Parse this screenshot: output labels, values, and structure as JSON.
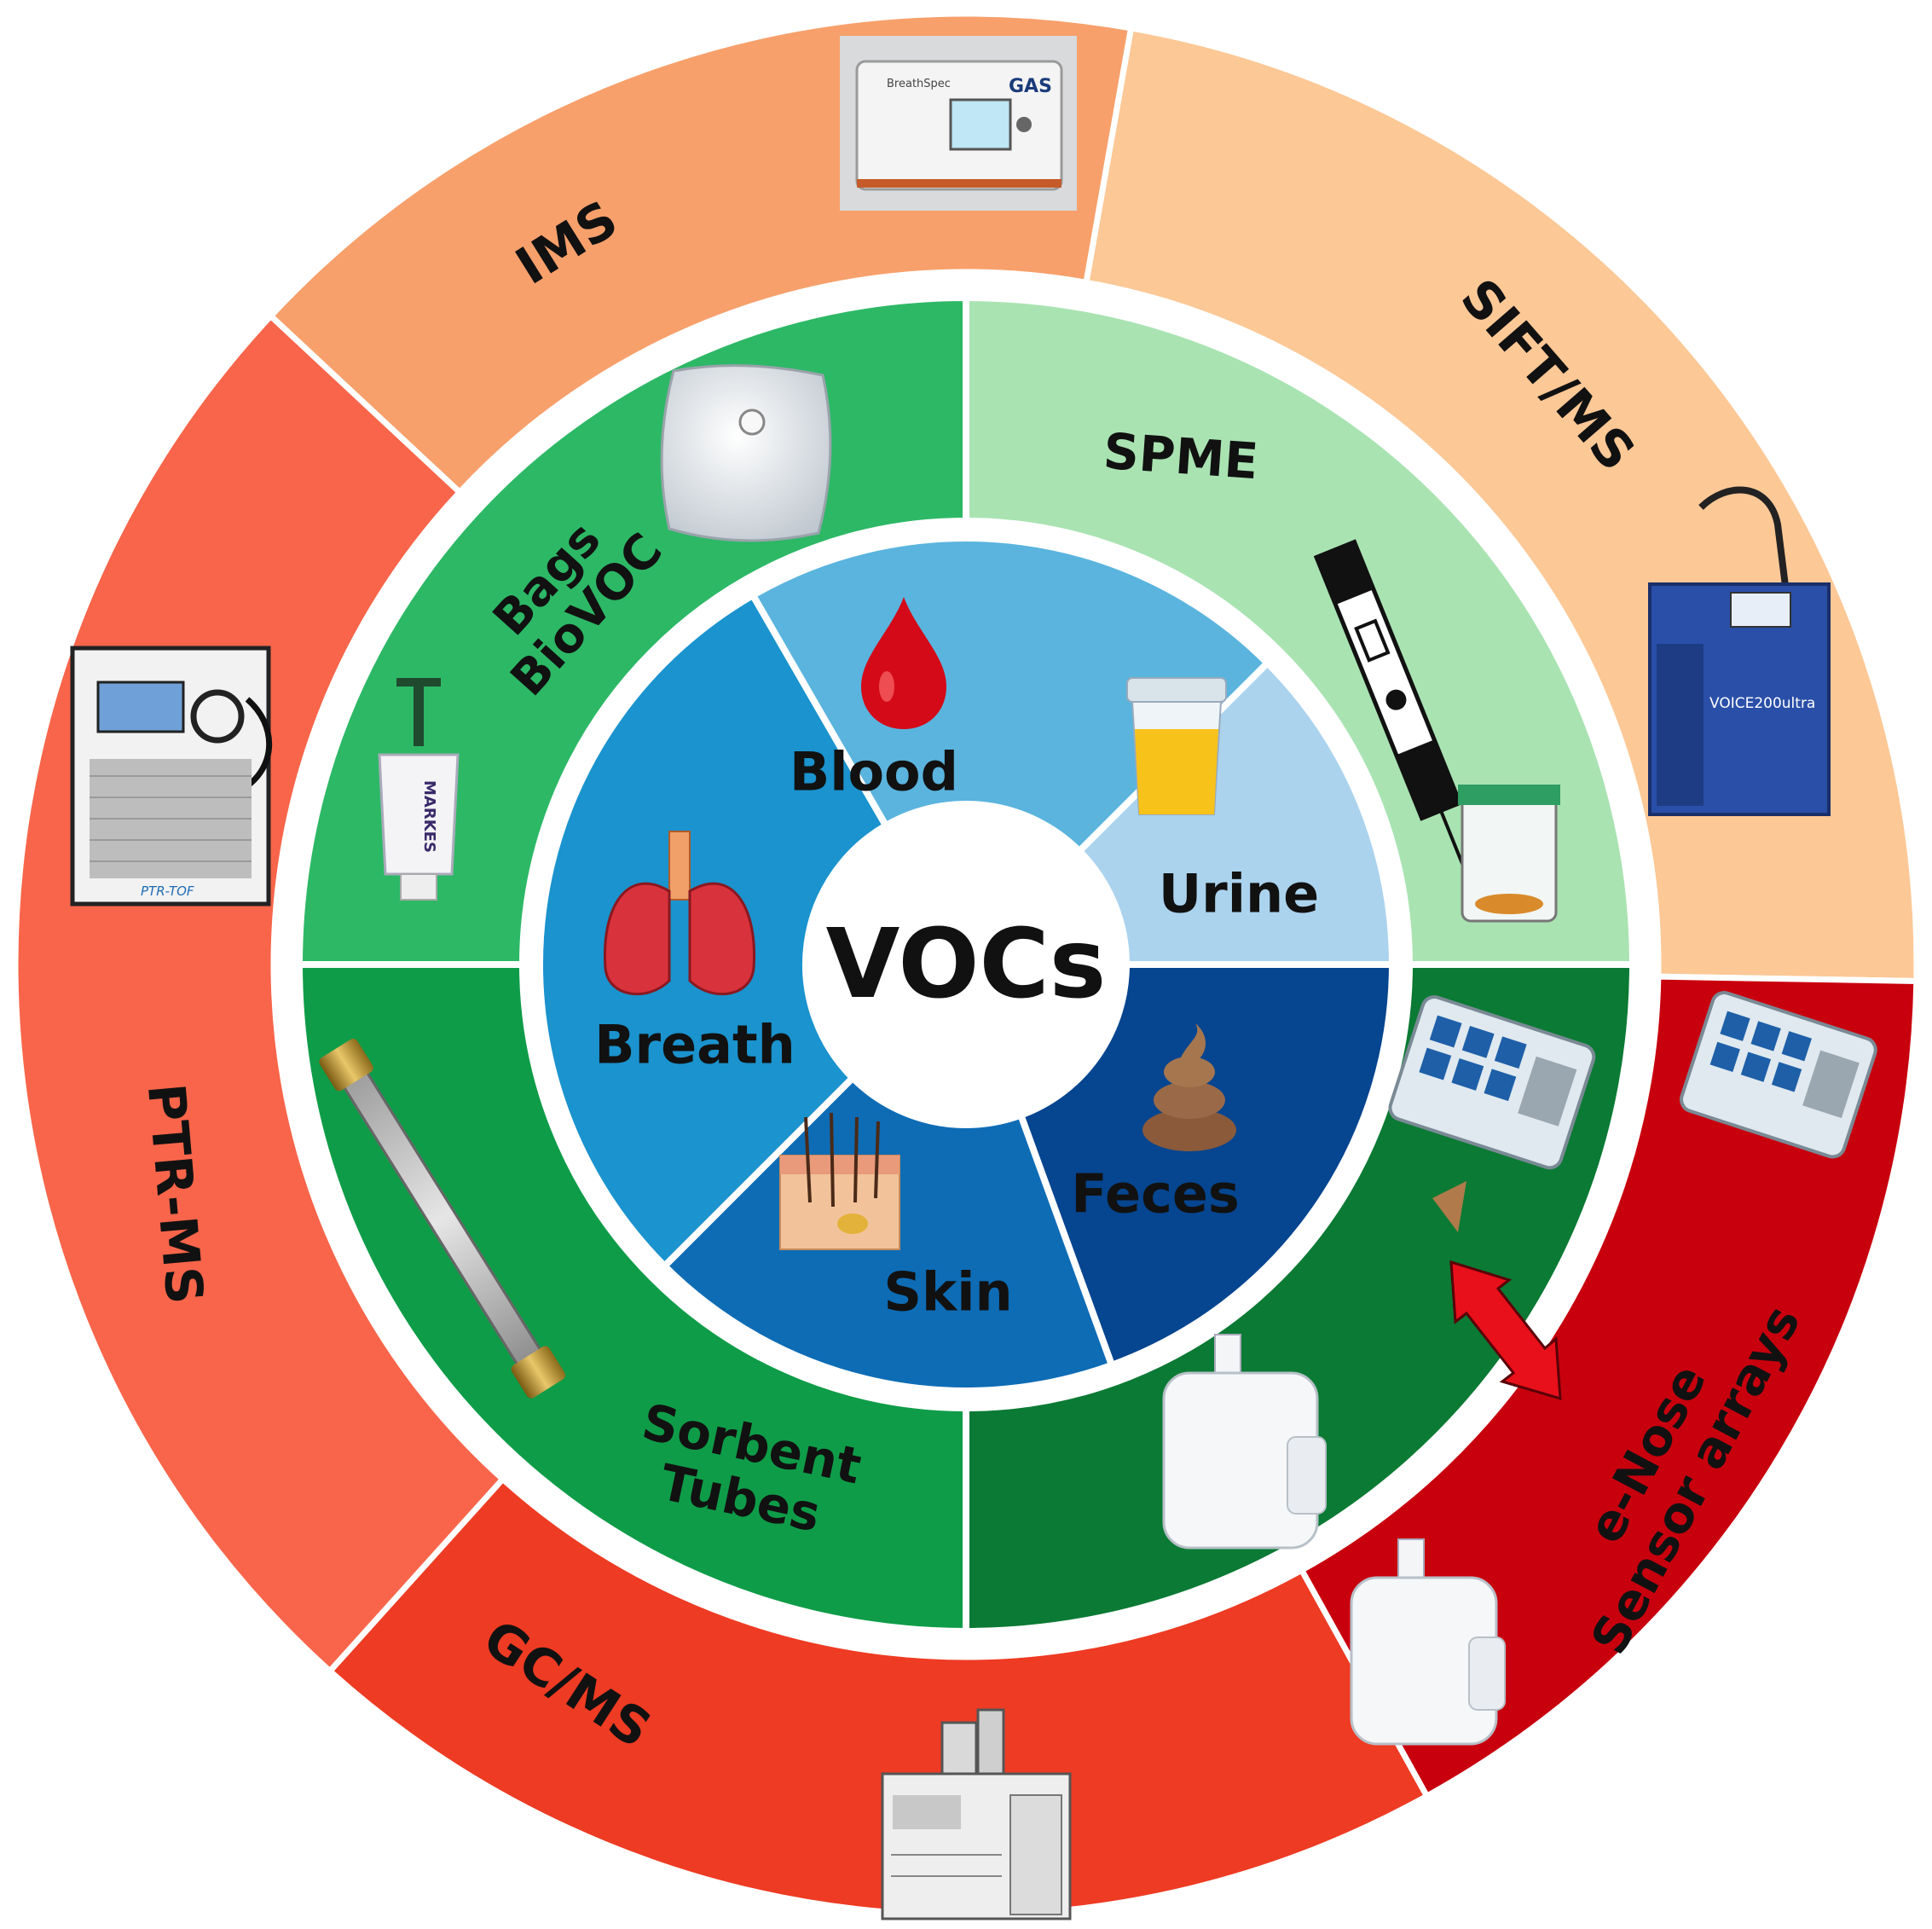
{
  "center": {
    "label": "VOCs"
  },
  "outer_ring": {
    "segments": [
      {
        "label": "IMS",
        "color": "#F7A06B"
      },
      {
        "label": "SIFT/MS",
        "color": "#FCC896"
      },
      {
        "label": "e-Nose\nSensor arrays",
        "color": "#C8000E"
      },
      {
        "label": "GC/MS",
        "color": "#EE3B23"
      },
      {
        "label": "PTR-MS",
        "color": "#F8654A"
      }
    ],
    "instrument_texts": {
      "ims_device": "BreathSpec",
      "ims_brand": "GAS",
      "sift_device": "VOICE200ultra",
      "ptr_device": "PTR-TOF"
    }
  },
  "middle_ring": {
    "segments": [
      {
        "label": "Bags\nBioVOC",
        "color": "#2DB866"
      },
      {
        "label": "SPME",
        "color": "#A9E3B2"
      },
      {
        "label": "",
        "color": "#0B7A34"
      },
      {
        "label": "Sorbent\nTubes",
        "color": "#0F9C48"
      }
    ],
    "biovoc_device": "MARKES"
  },
  "inner_ring": {
    "segments": [
      {
        "label": "Blood",
        "color": "#5AB4DE"
      },
      {
        "label": "Urine",
        "color": "#ABD3EE"
      },
      {
        "label": "Feces",
        "color": "#06458F"
      },
      {
        "label": "Skin",
        "color": "#0E6CB5"
      },
      {
        "label": "Breath",
        "color": "#1A93CE"
      }
    ]
  },
  "arrow_color": "#E8101A"
}
